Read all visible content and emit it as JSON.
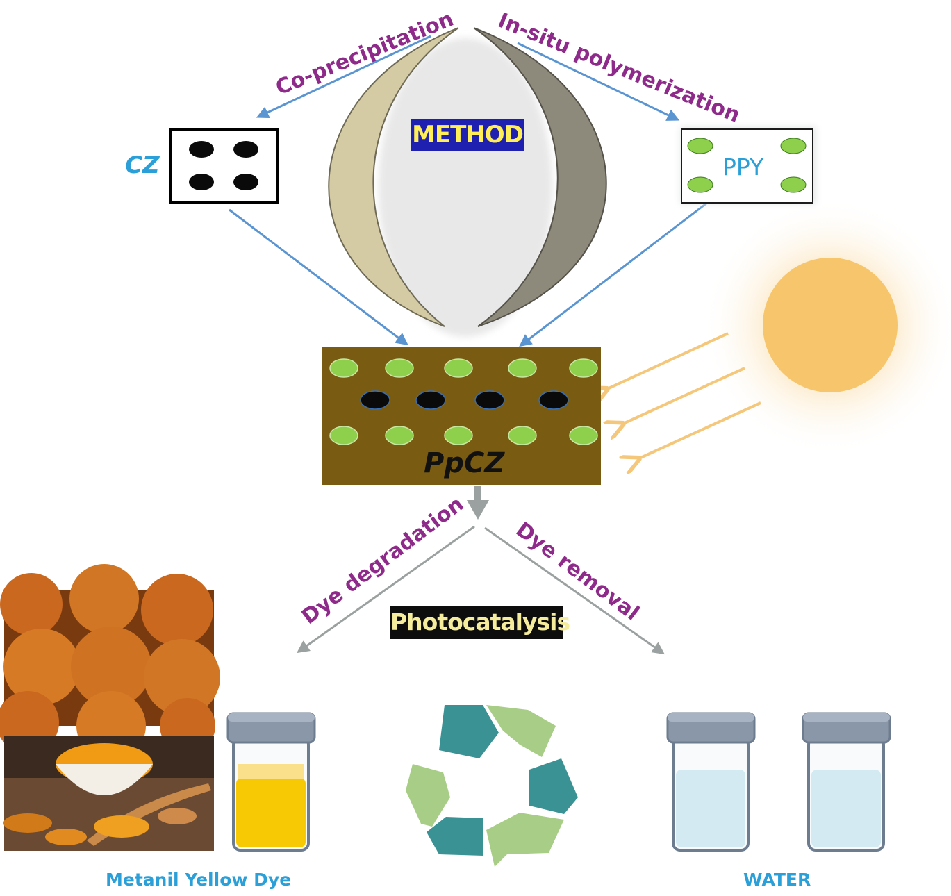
{
  "labels": {
    "method": "METHOD",
    "co_precipitation": "Co-precipitation",
    "in_situ_polymerization": "In-situ polymerization",
    "cz": "CZ",
    "ppy": "PPY",
    "ppcz": "PpCZ",
    "dye_degradation": "Dye degradation",
    "dye_removal": "Dye removal",
    "photocatalysis": "Photocatalysis",
    "metanil_yellow_dye": "Metanil Yellow Dye",
    "water": "WATER"
  },
  "colors": {
    "blue_arrow": "#5a95d2",
    "orange_arrow": "#f4c77b",
    "grey_arrow": "#9aa1a0",
    "label_purple": "#8e2a8a",
    "label_blue": "#2a9fd8",
    "composite_brown": "#7a5b12",
    "polymer_green": "#8ed04c",
    "particle_black": "#0a0a0a",
    "sun": "#f7c56b",
    "dye_yellow": "#f7c804",
    "water_blue": "#d3eaf3",
    "recycle_teal": "#3a9295",
    "recycle_light_green": "#a8cd86"
  },
  "icons": [
    "recycle-icon",
    "sun-icon",
    "jar-icon"
  ]
}
